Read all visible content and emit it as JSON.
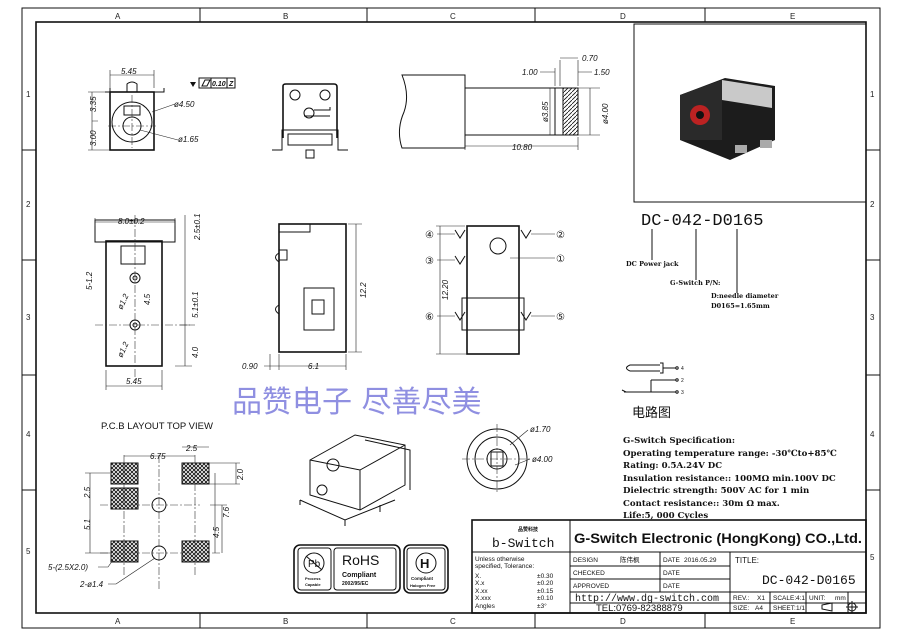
{
  "grid": {
    "columns": [
      "A",
      "B",
      "C",
      "D",
      "E"
    ],
    "rows": [
      "1",
      "2",
      "3",
      "4",
      "5"
    ]
  },
  "front_view": {
    "width": "5.45",
    "upper": "3.35",
    "lower": "3.00",
    "outer_dia": "ø4.50",
    "pin_dia": "ø1.65",
    "flatness_value": "0.10",
    "flatness_datum": "Z"
  },
  "plug_view": {
    "d1": "1.00",
    "d2": "0.70",
    "d3": "1.50",
    "dia1": "ø3.85",
    "dia2": "ø4.00",
    "length": "10.80"
  },
  "top_view": {
    "width": "8.0±0.2",
    "pin_h": "2.5±0.1",
    "pins": "5-1.2",
    "pitch": "4.5",
    "offset": "5.1±0.1",
    "bottom": "4.0",
    "hole1": "ø1.2",
    "hole2": "ø1.2",
    "base": "5.45"
  },
  "side_view": {
    "height": "12.2",
    "left": "0.90",
    "depth": "6.1"
  },
  "pin_view": {
    "height": "12.20",
    "pins": [
      "④",
      "③",
      "⑥",
      "②",
      "①",
      "⑤"
    ]
  },
  "watermark": "品赞电子 尽善尽美",
  "pcb": {
    "title": "P.C.B LAYOUT TOP VIEW",
    "d_675": "6.75",
    "d_25": "2.5",
    "d_20": "2.0",
    "d_25v": "2.5",
    "d_51": "5.1",
    "d_76": "7.6",
    "d_45": "4.5",
    "pads": "5-(2.5X2.0)",
    "holes": "2-ø1.4"
  },
  "bottom_view": {
    "dia1": "ø1.70",
    "dia2": "ø4.00"
  },
  "badges": {
    "pb_label": "Pb",
    "pb_sub1": "Process",
    "pb_sub2": "Capable",
    "rohs": "RoHS",
    "rohs_sub": "Compliant",
    "rohs_dir": "2002/95/EC",
    "halogen_sub1": "Compliant",
    "halogen_sub2": "Halogen Free"
  },
  "part_number": {
    "code": "DC-042-D0165",
    "label1": "DC Power jack",
    "label2": "G-Switch P/N:",
    "label3": "D:needle diameter",
    "label4": "D0165=1.65mm"
  },
  "circuit": {
    "pins": [
      "4",
      "2",
      "3"
    ],
    "caption": "电路图"
  },
  "spec": {
    "title": "G-Switch Specification:",
    "lines": [
      "Operating temperature range: -30℃to+85℃",
      "Rating: 0.5A.24V DC",
      "Insulation resistance:: 100MΩ min.100V DC",
      "Dielectric strength:  500V AC for 1 min",
      "Contact resistance:: 30m Ω max.",
      "Life:5, 000 Cycles"
    ]
  },
  "title_block": {
    "logo_top": "品赞科技",
    "logo": "b-Switch",
    "company": "G-Switch Electronic (HongKong) CO.,Ltd.",
    "tolerance_title1": "Unless otherwise",
    "tolerance_title2": "specified, Tolerance:",
    "tolerances": [
      [
        "X.",
        "±0.30"
      ],
      [
        "X.x",
        "±0.20"
      ],
      [
        "X.xx",
        "±0.15"
      ],
      [
        "X.xxx",
        "±0.10"
      ],
      [
        "Angles",
        "±3°"
      ]
    ],
    "design_label": "DESIGN",
    "design_name": "陈伟枫",
    "date_label": "DATE",
    "date_value": "2016.05.29",
    "checked_label": "CHECKED",
    "approved_label": "APPROVED",
    "website": "http://www.dg-switch.com",
    "tel": "TEL:0769-82388879",
    "title_label": "TITLE:",
    "title_value": "DC-042-D0165",
    "rev_label": "REV.:",
    "rev_value": "X1",
    "scale_label": "SCALE:",
    "scale_value": "4:1",
    "unit_label": "UNIT:",
    "unit_value": "mm",
    "size_label": "SIZE:",
    "size_value": "A4",
    "sheet_label": "SHEET:",
    "sheet_value": "1/1"
  }
}
